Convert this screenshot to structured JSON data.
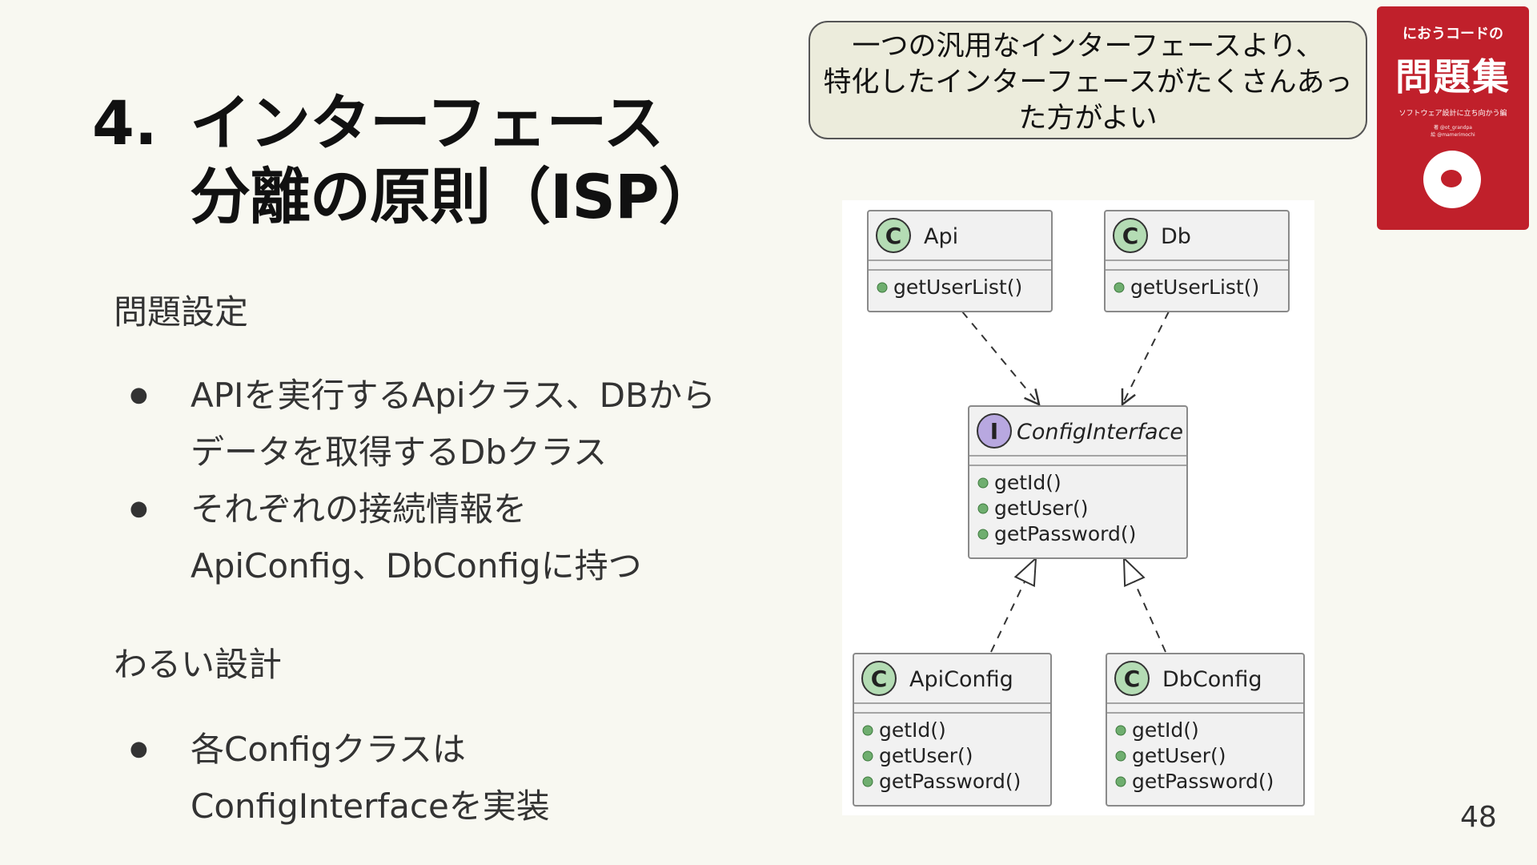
{
  "slide": {
    "number_label": "4.",
    "title_lines": [
      "インターフェース",
      "分離の原則（ISP）"
    ],
    "section1": "問題設定",
    "bullets1": [
      "APIを実行するApiクラス、DBから",
      "データを取得するDbクラス",
      "それぞれの接続情報を",
      "ApiConfig、DbConfigに持つ"
    ],
    "section2": "わるい設計",
    "bullets2": [
      "各Configクラスは",
      "ConfigInterfaceを実装"
    ],
    "callout": "一つの汎用なインターフェースより、\n特化したインターフェースがたくさんあっ\nた方がよい",
    "page_number": "48"
  },
  "book": {
    "top": "におうコードの",
    "title": "問題集",
    "subtitle": "ソフトウェア設計に立ち向かう編",
    "authors": "著 @ot_grandpa\n絵 @mamerimochi",
    "color": "#c0202b"
  },
  "diagram": {
    "classes": [
      {
        "id": "api",
        "stereotype": "C",
        "name": "Api",
        "methods": [
          "getUserList()"
        ]
      },
      {
        "id": "db",
        "stereotype": "C",
        "name": "Db",
        "methods": [
          "getUserList()"
        ]
      },
      {
        "id": "cfg",
        "stereotype": "I",
        "name": "ConfigInterface",
        "methods": [
          "getId()",
          "getUser()",
          "getPassword()"
        ]
      },
      {
        "id": "apicfg",
        "stereotype": "C",
        "name": "ApiConfig",
        "methods": [
          "getId()",
          "getUser()",
          "getPassword()"
        ]
      },
      {
        "id": "dbcfg",
        "stereotype": "C",
        "name": "DbConfig",
        "methods": [
          "getId()",
          "getUser()",
          "getPassword()"
        ]
      }
    ],
    "relations": [
      {
        "from": "api",
        "to": "cfg",
        "type": "dependency"
      },
      {
        "from": "db",
        "to": "cfg",
        "type": "dependency"
      },
      {
        "from": "apicfg",
        "to": "cfg",
        "type": "realization"
      },
      {
        "from": "dbcfg",
        "to": "cfg",
        "type": "realization"
      }
    ],
    "colors": {
      "class_badge": "#b4dcb4",
      "interface_badge": "#b8a8e0",
      "box_fill": "#f1f1f1",
      "box_stroke": "#8a8a8a",
      "method_dot": "#6fae6f"
    }
  }
}
